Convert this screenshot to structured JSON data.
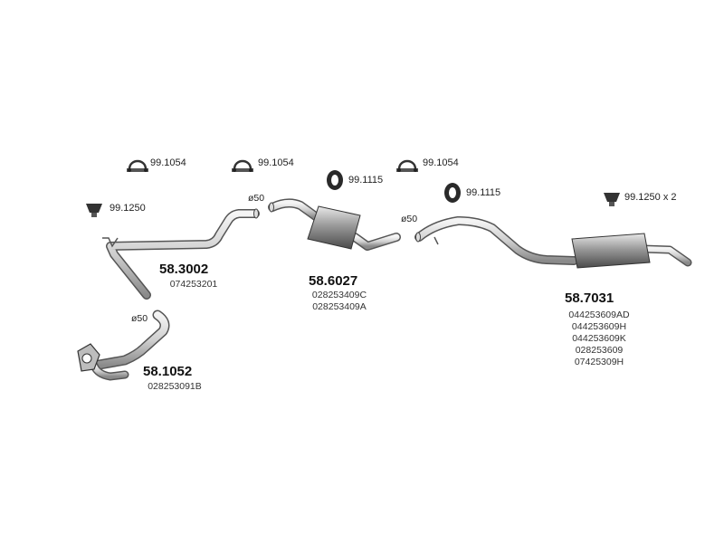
{
  "accessories": {
    "clamp1": "99.1054",
    "clamp2": "99.1054",
    "clamp3": "99.1054",
    "ring1": "99.1115",
    "ring2": "99.1115",
    "hanger1": "99.1250",
    "hanger2": "99.1250 x 2"
  },
  "diameters": {
    "d1": "ø50",
    "d2": "ø50",
    "d3": "ø50"
  },
  "parts": [
    {
      "number": "58.3002",
      "oem": [
        "074253201"
      ]
    },
    {
      "number": "58.6027",
      "oem": [
        "028253409C",
        "028253409A"
      ]
    },
    {
      "number": "58.1052",
      "oem": [
        "028253091B"
      ]
    },
    {
      "number": "58.7031",
      "oem": [
        "044253609AD",
        "044253609H",
        "044253609K",
        "028253609",
        "07425309H"
      ]
    }
  ]
}
